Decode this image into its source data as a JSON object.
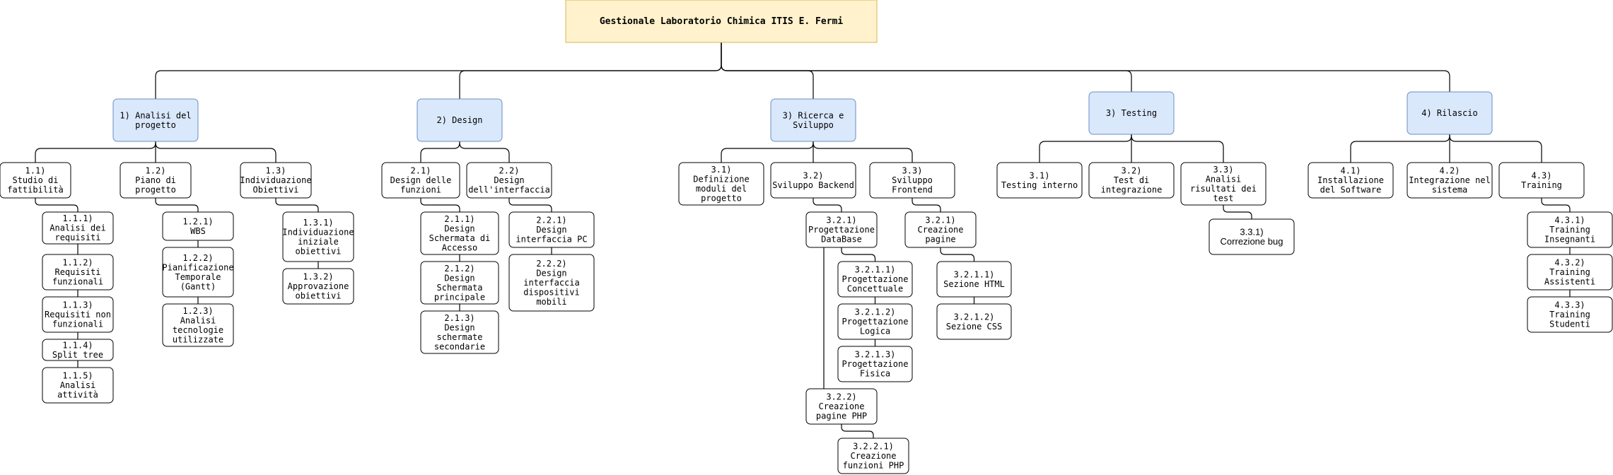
{
  "diagram": {
    "root": {
      "label": "Gestionale Laboratorio Chimica ITIS E. Fermi"
    },
    "nodes": {
      "p1": "1) Analisi del progetto",
      "p2": "2) Design",
      "p3": "3) Ricerca e Sviluppo",
      "p4": "3) Testing",
      "p5": "4) Rilascio",
      "n1_1": "1.1) Studio di fattibilità",
      "n1_2": "1.2) Piano di progetto",
      "n1_3": "1.3) Individuazione Obiettivi",
      "n1_1_1": "1.1.1) Analisi dei requisiti",
      "n1_1_2": "1.1.2) Requisiti funzionali",
      "n1_1_3": "1.1.3) Requisiti non funzionali",
      "n1_1_4": "1.1.4) Split tree",
      "n1_1_5": "1.1.5) Analisi attività",
      "n1_2_1": "1.2.1) WBS",
      "n1_2_2": "1.2.2) Pianificazione Temporale (Gantt)",
      "n1_2_3": "1.2.3) Analisi tecnologie utilizzate",
      "n1_3_1": "1.3.1) Individuazione iniziale obiettivi",
      "n1_3_2": "1.3.2) Approvazione obiettivi",
      "n2_1": "2.1) Design delle funzioni",
      "n2_2": "2.2) Design dell'interfaccia",
      "n2_1_1": "2.1.1) Design Schermata di Accesso",
      "n2_1_2": "2.1.2) Design Schermata principale",
      "n2_1_3": "2.1.3) Design schermate secondarie",
      "n2_2_1": "2.2.1) Design interfaccia PC",
      "n2_2_2": "2.2.2) Design interfaccia dispositivi mobili",
      "n3_1": "3.1) Definizione moduli del progetto",
      "n3_2": "3.2) Sviluppo Backend",
      "n3_3": "3.3) Sviluppo Frontend",
      "n3_2_1": "3.2.1) Progettazione DataBase",
      "n3_2_1_1": "3.2.1.1) Progettazione Concettuale",
      "n3_2_1_2": "3.2.1.2) Progettazione Logica",
      "n3_2_1_3": "3.2.1.3) Progettazione Fisica",
      "n3_2_2": "3.2.2) Creazione pagine PHP",
      "n3_2_2_1": "3.2.2.1) Creazione funzioni PHP",
      "n3_3_1": "3.2.1) Creazione pagine",
      "n3_3_1_1": "3.2.1.1) Sezione HTML",
      "n3_3_1_2": "3.2.1.2) Sezione CSS",
      "t3_1": "3.1) Testing interno",
      "t3_2": "3.2) Test di integrazione",
      "t3_3": "3.3) Analisi risultati dei test",
      "t3_3_1": "3.3.1) Correzione bug",
      "r4_1": "4.1) Installazione del Software",
      "r4_2": "4.2) Integrazione nel sistema",
      "r4_3": "4.3) Training",
      "r4_3_1": "4.3.1) Training Insegnanti",
      "r4_3_2": "4.3.2) Training Assistenti",
      "r4_3_3": "4.3.3) Training Studenti"
    }
  }
}
